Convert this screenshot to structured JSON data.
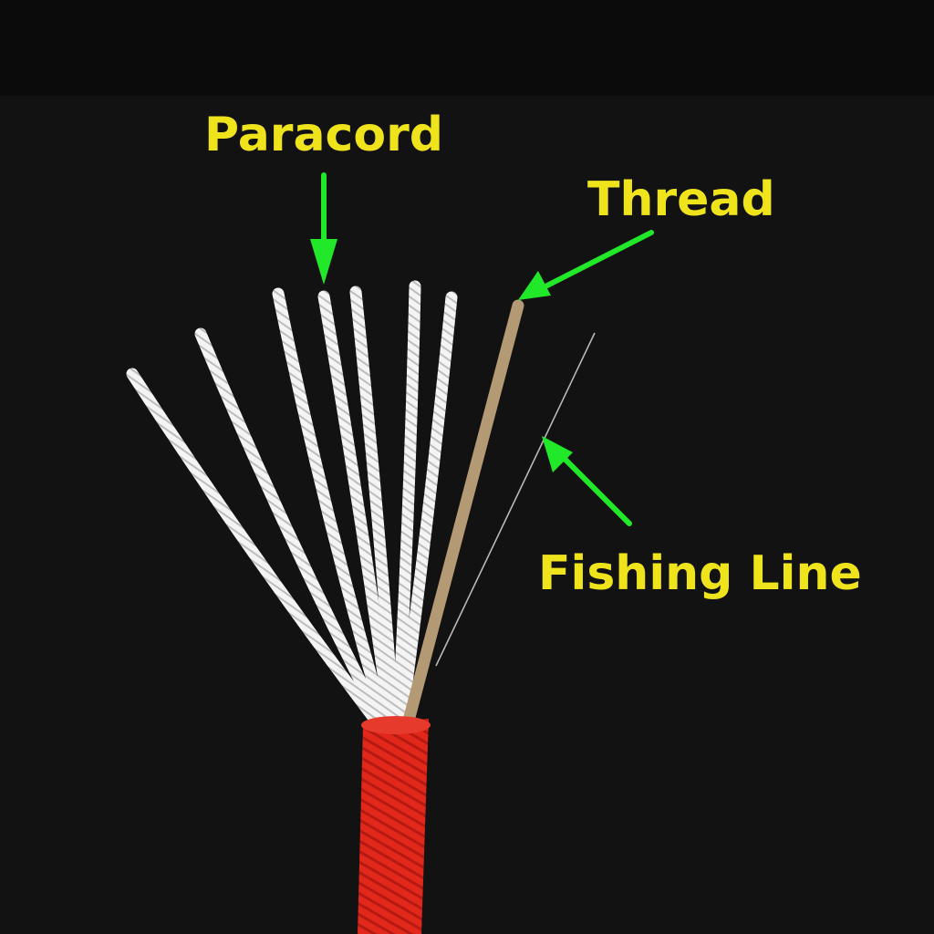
{
  "colors": {
    "label": "#efe41c",
    "arrow": "#22e82a",
    "background": "#121212",
    "sheath": "#e0281c",
    "paracord_strand": "#f2f2f2",
    "thread": "#b49a74",
    "fishing_line": "#b8b8b8"
  },
  "labels": {
    "paracord": "Paracord",
    "thread": "Thread",
    "fishing_line": "Fishing Line"
  }
}
